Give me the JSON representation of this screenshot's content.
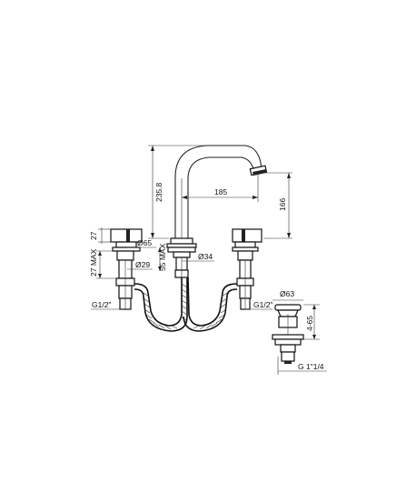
{
  "dimensions": {
    "height_total": "235.8",
    "reach": "185",
    "spout_height": "166",
    "handle_height": "27",
    "handle_diameter": "Ø65",
    "deck_max_left": "27 MAX",
    "deck_max_center": "55 MAX",
    "tail_diameter": "Ø29",
    "base_diameter": "Ø34",
    "thread_left": "G1/2\"",
    "thread_right": "G1/2\"",
    "drain_diameter": "Ø63",
    "drain_stroke": "4-65",
    "drain_thread": "G 1\"1/4"
  },
  "colors": {
    "line": "#222222",
    "background": "#ffffff"
  }
}
